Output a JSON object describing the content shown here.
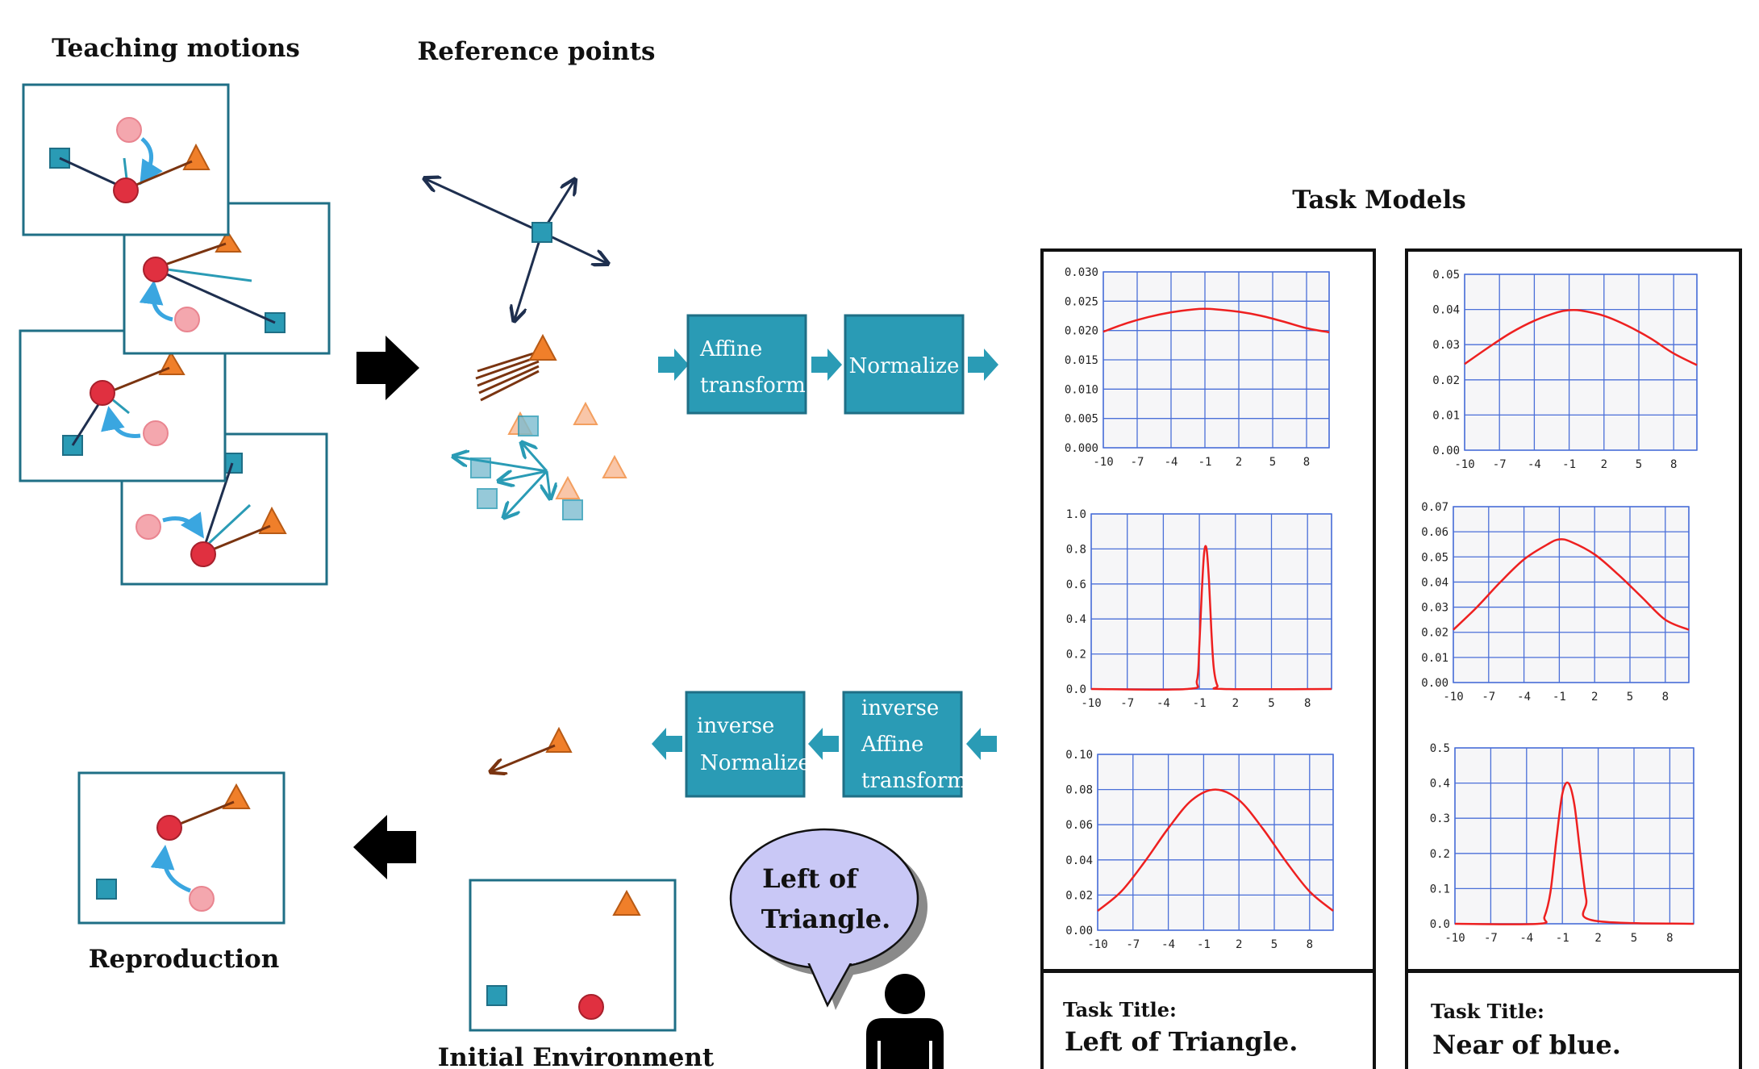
{
  "headings": {
    "teaching_motions": "Teaching motions",
    "reference_points": "Reference points",
    "task_models": "Task Models",
    "reproduction": "Reproduction",
    "initial_environment": "Initial Environment"
  },
  "blocks": {
    "affine": [
      "Affine",
      "transform"
    ],
    "normalize": [
      "Normalize"
    ],
    "inverse_normalize": [
      "inverse",
      "Normalize"
    ],
    "inverse_affine": [
      "inverse",
      "Affine",
      "transform"
    ]
  },
  "speech": [
    "Left of",
    "Triangle."
  ],
  "tasks": [
    {
      "title_label": "Task Title:",
      "title": "Left of Triangle."
    },
    {
      "title_label": "Task Title:",
      "title": "Near of blue."
    }
  ],
  "colors": {
    "teal": "#2a9bb5",
    "teal_dark": "#1f6f86",
    "navy": "#1e2f4f",
    "brown": "#7a3410",
    "orange": "#f07f2a",
    "red": "#e03040",
    "pink": "#f4a7ae",
    "light_blue": "#3aa6e0",
    "curve": "#ee2020",
    "grid": "#4a6fd8",
    "bubble": "#c9c8f6"
  },
  "chart_data": [
    {
      "type": "line",
      "panel": "left-1",
      "x": [
        -10,
        -8,
        -6,
        -4,
        -2,
        -1,
        0,
        2,
        4,
        6,
        8,
        10
      ],
      "y": [
        0.0198,
        0.0212,
        0.0223,
        0.0231,
        0.0236,
        0.0237,
        0.0236,
        0.0232,
        0.0225,
        0.0215,
        0.0204,
        0.0197
      ],
      "xticks": [
        "-10",
        "-7",
        "-4",
        "-1",
        "2",
        "5",
        "8"
      ],
      "yticks": [
        "0.030",
        "0.025",
        "0.020",
        "0.015",
        "0.010",
        "0.005",
        "0.000"
      ],
      "xlim": [
        -10,
        10
      ],
      "ylim": [
        0,
        0.03
      ]
    },
    {
      "type": "line",
      "panel": "left-2",
      "x": [
        -10,
        -2,
        -1.2,
        -1,
        -0.8,
        -0.6,
        -0.4,
        -0.2,
        0,
        0.2,
        0.5,
        1,
        10
      ],
      "y": [
        0,
        0,
        0.05,
        0.25,
        0.55,
        0.78,
        0.8,
        0.62,
        0.33,
        0.12,
        0.02,
        0,
        0
      ],
      "xticks": [
        "-10",
        "-7",
        "-4",
        "-1",
        "2",
        "5",
        "8"
      ],
      "yticks": [
        "1.0",
        "0.8",
        "0.6",
        "0.4",
        "0.2",
        "0.0"
      ],
      "xlim": [
        -10,
        10
      ],
      "ylim": [
        0,
        1.0
      ]
    },
    {
      "type": "line",
      "panel": "left-3",
      "x": [
        -10,
        -8,
        -6,
        -4,
        -2,
        0,
        2,
        4,
        6,
        8,
        10
      ],
      "y": [
        0.011,
        0.022,
        0.039,
        0.058,
        0.074,
        0.08,
        0.074,
        0.058,
        0.039,
        0.022,
        0.011
      ],
      "xticks": [
        "-10",
        "-7",
        "-4",
        "-1",
        "2",
        "5",
        "8"
      ],
      "yticks": [
        "0.10",
        "0.08",
        "0.06",
        "0.04",
        "0.02",
        "0.00"
      ],
      "xlim": [
        -10,
        10
      ],
      "ylim": [
        0,
        0.1
      ]
    },
    {
      "type": "line",
      "panel": "right-1",
      "x": [
        -10,
        -8,
        -6,
        -4,
        -2,
        -1,
        0,
        2,
        4,
        6,
        8,
        10
      ],
      "y": [
        0.0245,
        0.0291,
        0.0334,
        0.0368,
        0.0392,
        0.0398,
        0.0397,
        0.0382,
        0.0354,
        0.0318,
        0.0275,
        0.0242
      ],
      "xticks": [
        "-10",
        "-7",
        "-4",
        "-1",
        "2",
        "5",
        "8"
      ],
      "yticks": [
        "0.05",
        "0.04",
        "0.03",
        "0.02",
        "0.01",
        "0.00"
      ],
      "xlim": [
        -10,
        10
      ],
      "ylim": [
        0,
        0.05
      ]
    },
    {
      "type": "line",
      "panel": "right-2",
      "x": [
        -10,
        -8,
        -6,
        -4,
        -2,
        -1,
        0,
        2,
        4,
        6,
        8,
        10
      ],
      "y": [
        0.021,
        0.03,
        0.04,
        0.049,
        0.055,
        0.057,
        0.056,
        0.051,
        0.043,
        0.034,
        0.025,
        0.021
      ],
      "xticks": [
        "-10",
        "-7",
        "-4",
        "-1",
        "2",
        "5",
        "8"
      ],
      "yticks": [
        "0.07",
        "0.06",
        "0.05",
        "0.04",
        "0.03",
        "0.02",
        "0.01",
        "0.00"
      ],
      "xlim": [
        -10,
        10
      ],
      "ylim": [
        0,
        0.07
      ]
    },
    {
      "type": "line",
      "panel": "right-3",
      "x": [
        -10,
        -3,
        -2.5,
        -2,
        -1.5,
        -1,
        -0.5,
        0,
        0.5,
        1,
        1.5,
        10
      ],
      "y": [
        0,
        0,
        0.02,
        0.09,
        0.24,
        0.37,
        0.4,
        0.34,
        0.2,
        0.07,
        0.01,
        0
      ],
      "xticks": [
        "-10",
        "-7",
        "-4",
        "-1",
        "2",
        "5",
        "8"
      ],
      "yticks": [
        "0.5",
        "0.4",
        "0.3",
        "0.2",
        "0.1",
        "0.0"
      ],
      "xlim": [
        -10,
        10
      ],
      "ylim": [
        0,
        0.5
      ]
    }
  ]
}
